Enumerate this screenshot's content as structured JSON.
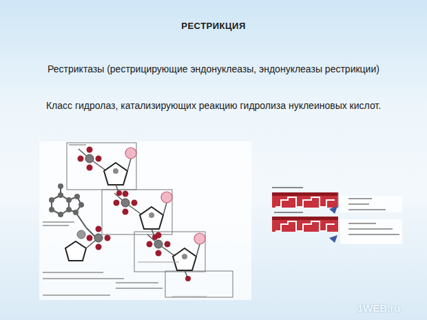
{
  "diagram": {
    "title": "РЕСТРИКЦИЯ",
    "labels": [
      "Рестриктазы (рестрицирующие эндонуклеазы, эндонуклеазы рестрикции)",
      "Класс гидролаз, катализирующих реакцию гидролиза нуклеиновых кислот.",
      "1WEB.ru"
    ]
  }
}
